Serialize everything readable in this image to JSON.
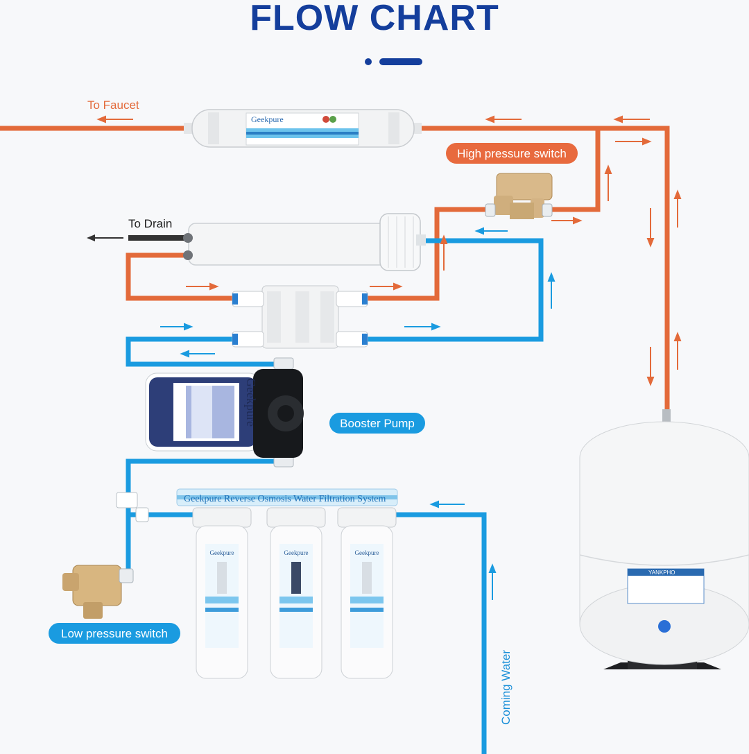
{
  "title": "FLOW CHART",
  "colors": {
    "title": "#143e9c",
    "waste_line": "#e36a3a",
    "clean_line": "#1a9be0",
    "badge_orange": "#e86a3e",
    "badge_blue": "#1a9be0"
  },
  "labels": {
    "to_faucet": "To Faucet",
    "to_drain": "To Drain",
    "high_pressure_switch": "High pressure switch",
    "booster_pump": "Booster Pump",
    "low_pressure_switch": "Low pressure switch",
    "coming_water": "Coming Water"
  },
  "product_text": {
    "inline_filter_brand": "Geekpure",
    "pump_brand": "Geekpure",
    "filter_bar_title": "Geekpure Reverse Osmosis Water Filtration System",
    "canister_brand": "Geekpure",
    "tank_brand": "YANKPHO"
  },
  "icons": {
    "arrow": "arrow-icon",
    "drain_arrow": "arrow-left-icon"
  }
}
